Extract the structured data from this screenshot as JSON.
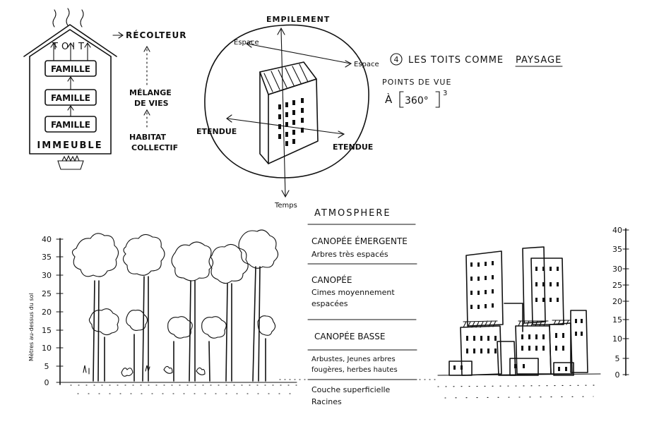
{
  "house": {
    "roof": "TOIT",
    "floors": [
      "FAMILLE",
      "FAMILLE",
      "FAMILLE"
    ],
    "base": "IMMEUBLE"
  },
  "flow": {
    "top": "RÉCOLTEUR",
    "middle": [
      "MÉLANGE",
      "DE VIES"
    ],
    "bottom": [
      "HABITAT",
      "COLLECTIF"
    ]
  },
  "globe": {
    "up": "EMPILEMENT",
    "espace_left": "Espace",
    "espace_right": "Espace",
    "etendue_left": "ETENDUE",
    "etendue_right": "ETENDUE",
    "down": "Temps"
  },
  "title": {
    "number": "4",
    "text": "LES TOITS COMME",
    "highlight": "PAYSAGE",
    "sub1": "POINTS DE VUE",
    "sub2_pre": "À",
    "sub2_value": "360°",
    "sub2_exp": "3"
  },
  "layers": [
    {
      "title": "ATMOSPHERE",
      "desc": []
    },
    {
      "title": "CANOPÉE ÉMERGENTE",
      "desc": [
        "Arbres très espacés"
      ]
    },
    {
      "title": "CANOPÉE",
      "desc": [
        "Cimes moyennement",
        "espacées"
      ]
    },
    {
      "title": "CANOPÉE BASSE",
      "desc": []
    },
    {
      "title": "",
      "desc": [
        "Arbustes, Jeunes arbres",
        "fougères, herbes hautes"
      ]
    },
    {
      "title": "",
      "desc": [
        "Couche superficielle",
        "Racines"
      ]
    }
  ],
  "left_axis": {
    "label": "Mètres au-dessus du sol",
    "ticks": [
      "40",
      "35",
      "30",
      "25",
      "20",
      "15",
      "10",
      "5",
      "0"
    ]
  },
  "right_axis": {
    "ticks": [
      "40",
      "35",
      "30",
      "25",
      "20",
      "15",
      "10",
      "5",
      "0"
    ]
  }
}
